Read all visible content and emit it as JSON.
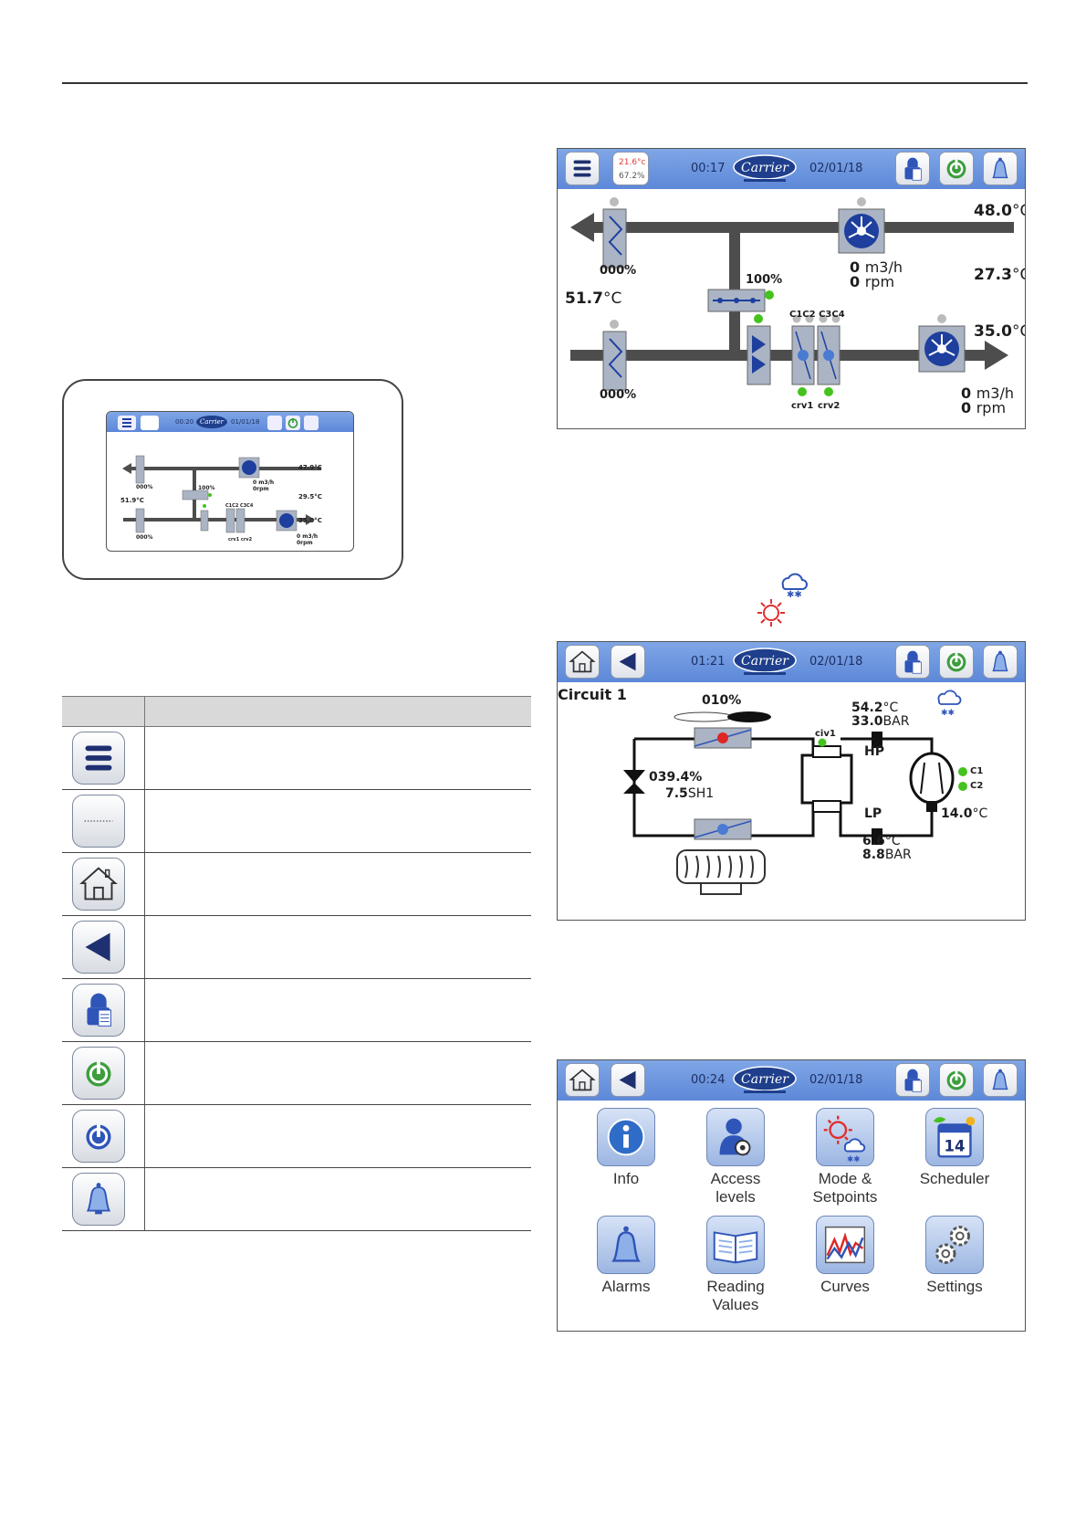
{
  "screens": {
    "synoptic": {
      "time": "00:17",
      "date": "02/01/18",
      "logo": "Carrier",
      "mini_temp": "21.6°c",
      "mini_hum": "67.2%",
      "temp_out": "48.0",
      "temp_mid": "27.3",
      "temp_supply": "35.0",
      "temp_return": "51.7",
      "unit_c": "°C",
      "damper_top_pct": "000%",
      "damper_bottom_pct": "000%",
      "mixing_pct": "100%",
      "fan_top_flow": "0",
      "fan_top_rpm": "0",
      "fan_bottom_flow": "0",
      "fan_bottom_rpm": "0",
      "flow_unit": "m3/h",
      "rpm_unit": "rpm",
      "coil_labels": [
        "C1",
        "C2",
        "C3",
        "C4"
      ],
      "crv_labels": [
        "crv1",
        "crv2"
      ]
    },
    "circuit": {
      "time": "01:21",
      "date": "02/01/18",
      "logo": "Carrier",
      "title": "Circuit 1",
      "fan_pct": "010%",
      "hp_temp": "54.2",
      "hp_press": "33.0",
      "bar": "BAR",
      "hp_label": "HP",
      "lp_label": "LP",
      "lp_temp": "6.6",
      "lp_press": "8.8",
      "exv_pct": "039.4%",
      "sh_value": "7.5",
      "sh_label": "SH1",
      "civ_label": "civ1",
      "comp_c1": "C1",
      "comp_c2": "C2",
      "comp_temp": "14.0",
      "unit_c": "°C"
    },
    "menu": {
      "time": "00:24",
      "date": "02/01/18",
      "logo": "Carrier",
      "items": [
        {
          "label1": "Info",
          "label2": "",
          "icon": "info-icon"
        },
        {
          "label1": "Access",
          "label2": "levels",
          "icon": "access-levels-icon"
        },
        {
          "label1": "Mode &",
          "label2": "Setpoints",
          "icon": "mode-setpoints-icon"
        },
        {
          "label1": "Scheduler",
          "label2": "",
          "icon": "scheduler-icon",
          "day": "14"
        },
        {
          "label1": "Alarms",
          "label2": "",
          "icon": "alarm-bell-icon"
        },
        {
          "label1": "Reading",
          "label2": "Values",
          "icon": "reading-book-icon"
        },
        {
          "label1": "Curves",
          "label2": "",
          "icon": "curves-chart-icon"
        },
        {
          "label1": "Settings",
          "label2": "",
          "icon": "settings-gears-icon"
        }
      ]
    },
    "device": {
      "time": "00:20",
      "date": "01/01/18",
      "logo": "Carrier",
      "temp_out": "47.9°C",
      "temp_mid": "29.5°C",
      "temp_supply": "35.0°C",
      "temp_return": "51.9°C",
      "damper_pct": "000%",
      "damper_pct2": "000%",
      "mixing_pct": "100%",
      "coil_labels": "C1C2 C3C4",
      "fan_flow": "0 m3/h",
      "fan_rpm": "0rpm",
      "fan_flow2": "0 m3/h",
      "fan_rpm2": "0rpm",
      "crv": "crv1 crv2"
    }
  },
  "mode_icons": [
    "cooling-snowflake-cloud-icon",
    "heating-sun-icon"
  ],
  "colors": {
    "topbar": "#6f98e0",
    "icon_blue": "#1e3f9e",
    "green_dot": "#45c21e",
    "duct": "#4d4d4d",
    "component": "#aab4c4"
  }
}
